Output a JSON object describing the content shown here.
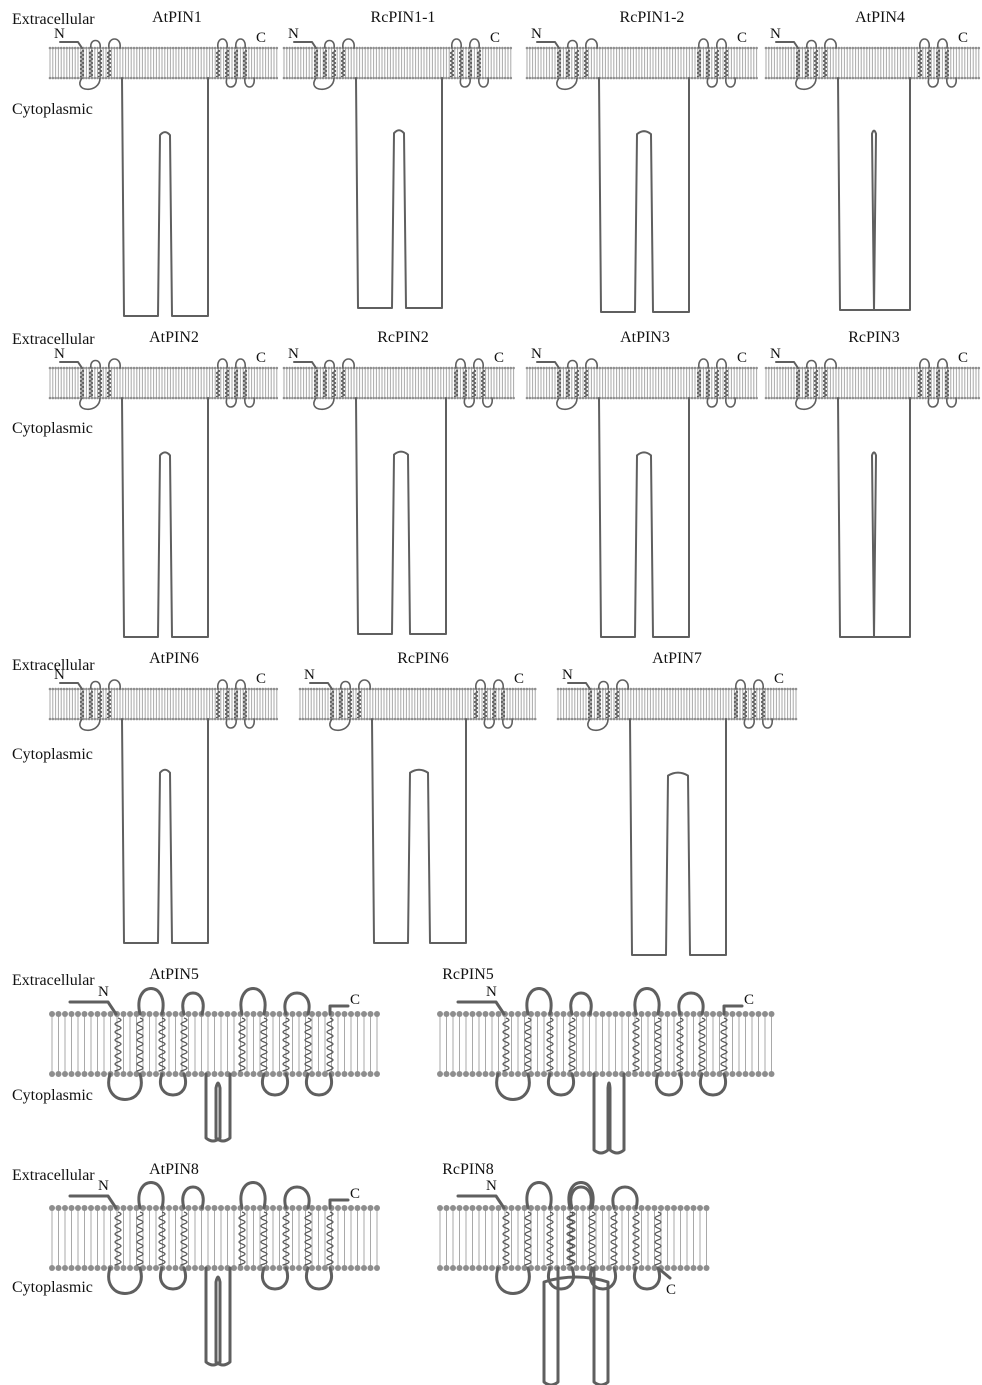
{
  "side_labels": {
    "extracellular": "Extracellular",
    "cytoplasmic": "Cytoplasmic"
  },
  "terminal_labels": {
    "n": "N",
    "c": "C"
  },
  "colors": {
    "protein_stroke": "#5f5f5f",
    "membrane_line": "#a9a9a9",
    "membrane_head": "#8e8e8e",
    "text": "#111111"
  },
  "rows": [
    {
      "row_name": "row-1",
      "proteins": [
        {
          "name": "AtPIN1",
          "type": "long-loop"
        },
        {
          "name": "RcPIN1-1",
          "type": "long-loop"
        },
        {
          "name": "RcPIN1-2",
          "type": "long-loop"
        },
        {
          "name": "AtPIN4",
          "type": "long-loop"
        }
      ]
    },
    {
      "row_name": "row-2",
      "proteins": [
        {
          "name": "AtPIN2",
          "type": "long-loop"
        },
        {
          "name": "RcPIN2",
          "type": "long-loop"
        },
        {
          "name": "AtPIN3",
          "type": "long-loop"
        },
        {
          "name": "RcPIN3",
          "type": "long-loop"
        }
      ]
    },
    {
      "row_name": "row-3",
      "proteins": [
        {
          "name": "AtPIN6",
          "type": "long-loop"
        },
        {
          "name": "RcPIN6",
          "type": "long-loop"
        },
        {
          "name": "AtPIN7",
          "type": "long-loop"
        }
      ]
    },
    {
      "row_name": "row-4",
      "proteins": [
        {
          "name": "AtPIN5",
          "type": "short-loop"
        },
        {
          "name": "RcPIN5",
          "type": "short-loop"
        }
      ]
    },
    {
      "row_name": "row-5",
      "proteins": [
        {
          "name": "AtPIN8",
          "type": "short-loop"
        },
        {
          "name": "RcPIN8",
          "type": "short-loop",
          "c_terminus": "cytoplasmic"
        }
      ]
    }
  ]
}
